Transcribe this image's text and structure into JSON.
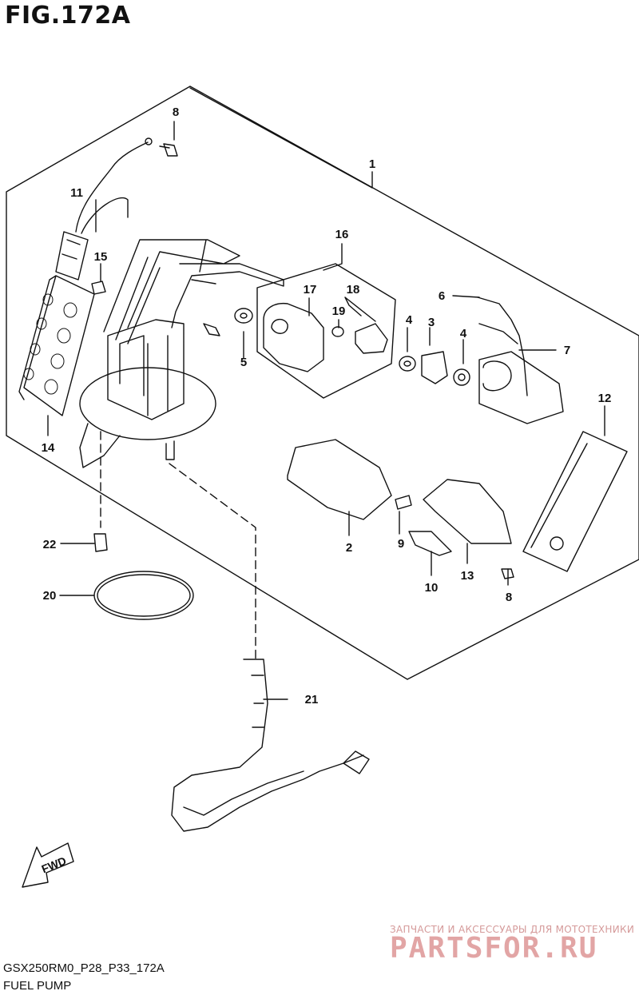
{
  "figure": {
    "title": "FIG.172A",
    "code": "GSX250RM0_P28_P33_172A",
    "name": "FUEL PUMP"
  },
  "part_labels": [
    "1",
    "2",
    "3",
    "4",
    "4",
    "5",
    "6",
    "7",
    "8",
    "8",
    "9",
    "10",
    "11",
    "12",
    "13",
    "14",
    "15",
    "16",
    "17",
    "18",
    "19",
    "20",
    "21",
    "22"
  ],
  "fwd_arrow": {
    "label": "FWD"
  },
  "watermark": {
    "line1": "ЗАПЧАСТИ И АКСЕССУАРЫ ДЛЯ МОТОТЕХНИКИ",
    "line2": "PARTSFOR.RU"
  },
  "colors": {
    "line": "#111111",
    "watermark": "#e2a5a5"
  }
}
